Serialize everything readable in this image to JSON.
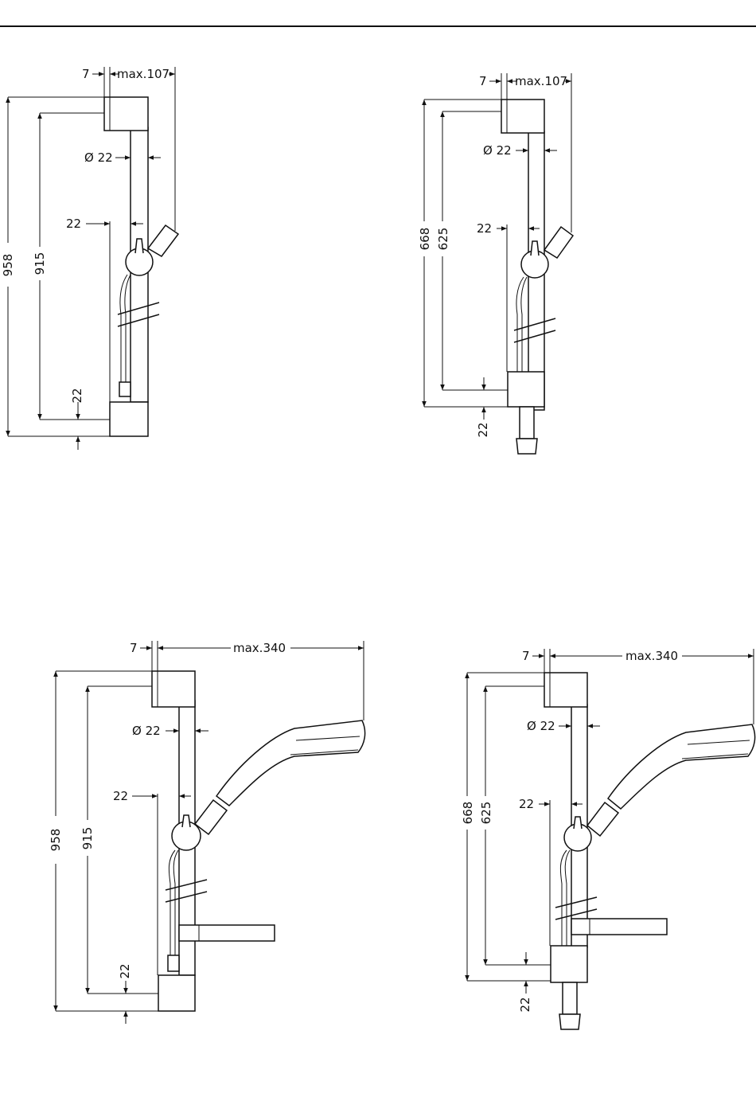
{
  "drawings": [
    {
      "dim_bracket_offset": "7",
      "dim_max_reach": "max.107",
      "dim_rail_diameter": "Ø 22",
      "dim_rail_spacing": "22",
      "dim_bracket_height": "22",
      "dim_overall_height": "958",
      "dim_hole_distance": "915"
    },
    {
      "dim_bracket_offset": "7",
      "dim_max_reach": "max.107",
      "dim_rail_diameter": "Ø 22",
      "dim_rail_spacing": "22",
      "dim_bracket_height": "22",
      "dim_overall_height": "668",
      "dim_hole_distance": "625"
    },
    {
      "dim_bracket_offset": "7",
      "dim_max_reach": "max.340",
      "dim_rail_diameter": "Ø 22",
      "dim_rail_spacing": "22",
      "dim_bracket_height": "22",
      "dim_overall_height": "958",
      "dim_hole_distance": "915"
    },
    {
      "dim_bracket_offset": "7",
      "dim_max_reach": "max.340",
      "dim_rail_diameter": "Ø 22",
      "dim_rail_spacing": "22",
      "dim_bracket_height": "22",
      "dim_overall_height": "668",
      "dim_hole_distance": "625"
    }
  ]
}
